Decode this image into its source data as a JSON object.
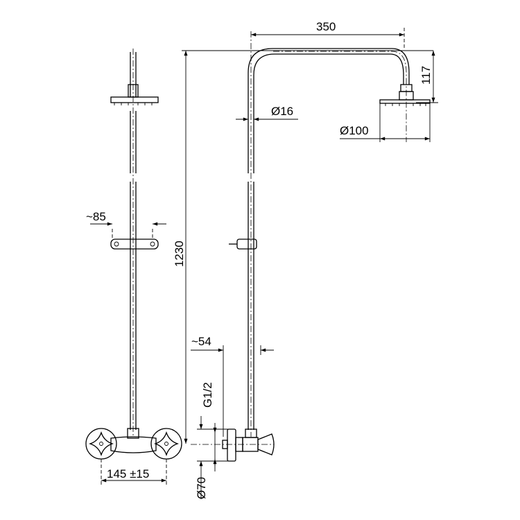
{
  "drawing": {
    "dimensions": {
      "arm_length": "350",
      "head_height": "117",
      "pipe_diameter": "Ø16",
      "head_diameter": "Ø100",
      "soap_holder_width": "~85",
      "total_height": "1230",
      "wall_offset": "~54",
      "thread": "G1/2",
      "escutcheon_diameter": "Ø70",
      "inlet_spacing": "145 ±15"
    },
    "colors": {
      "line": "#000000",
      "background": "#ffffff"
    }
  }
}
